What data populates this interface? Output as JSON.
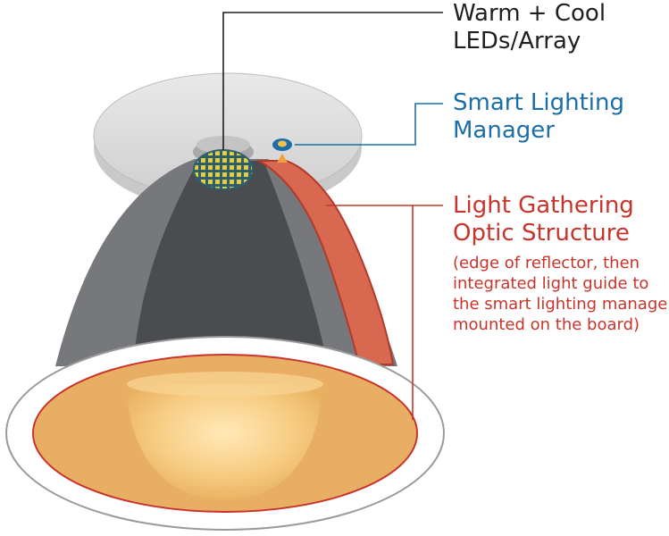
{
  "callouts": {
    "leds": {
      "line1": "Warm + Cool",
      "line2": "LEDs/Array"
    },
    "manager": {
      "line1": "Smart Lighting",
      "line2": "Manager"
    },
    "optic": {
      "title_line1": "Light Gathering",
      "title_line2": "Optic Structure",
      "note_line1": "(edge of reflector, then",
      "note_line2": "integrated light guide to",
      "note_line3": "the smart lighting manager",
      "note_line4": "mounted on the board)"
    }
  },
  "colors": {
    "leds_text": "#1f1f1f",
    "manager_text": "#1b6ea8",
    "optic_text": "#c8342b",
    "housing_dark": "#4a4c4f",
    "housing_mid": "#76787b",
    "light_guide": "#d8684f",
    "trim_ring": "#ffffff",
    "reflector_glow": "#f6c87a",
    "mount_plate": "#dedede",
    "led_array": "#e6cf3f"
  },
  "icons": {
    "led_array": "led-grid",
    "smart_manager": "sensor-dot"
  }
}
